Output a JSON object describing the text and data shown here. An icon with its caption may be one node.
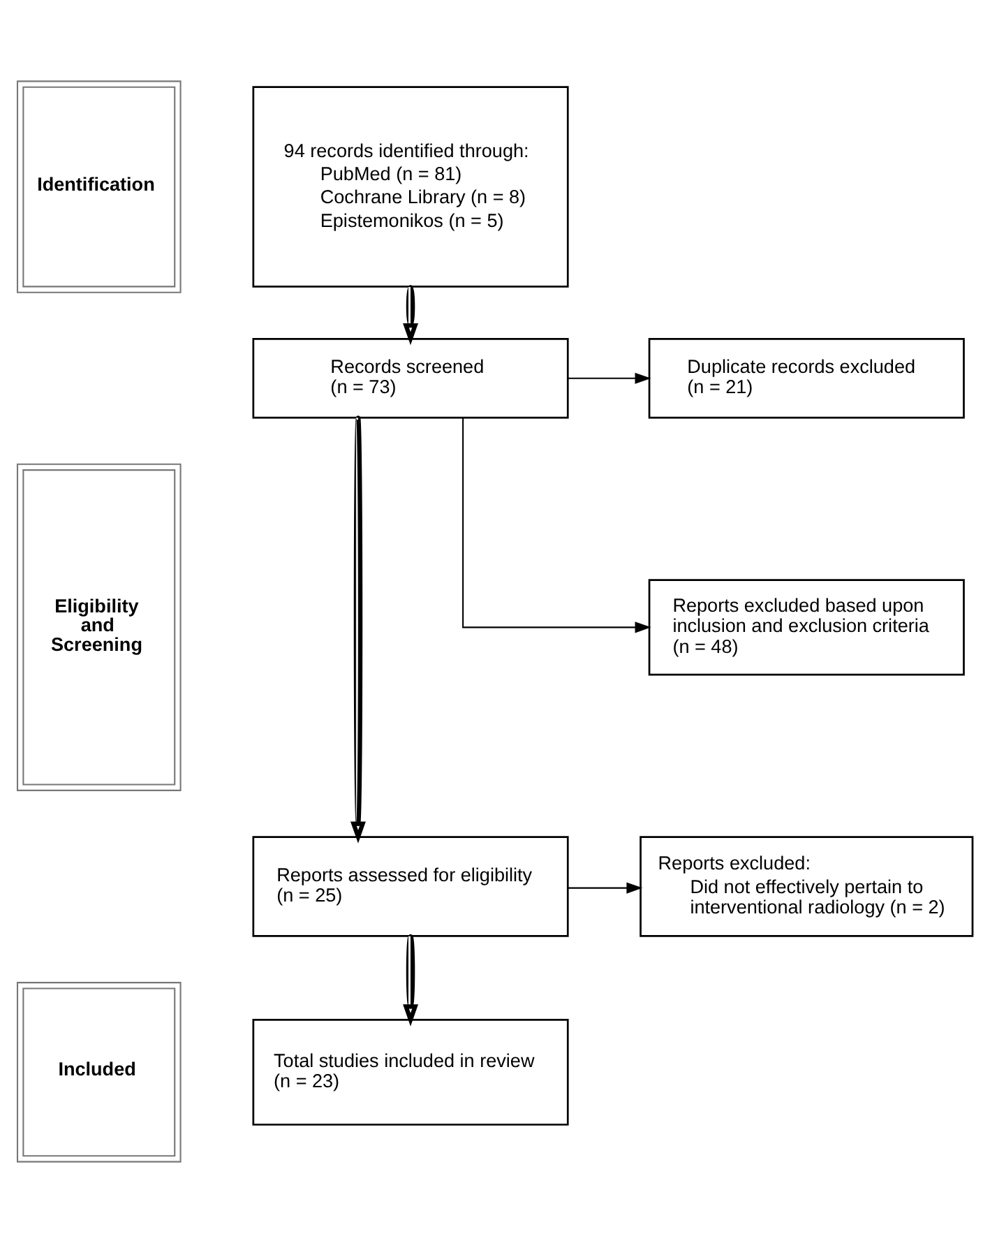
{
  "diagram": {
    "nodes": [
      {
        "text": [
          "Identification"
        ]
      },
      {
        "text": [
          "94 records identified through:",
          "PubMed (n = 81)",
          "Cochrane Library (n = 8)",
          "Epistemonikos (n = 5)"
        ]
      },
      {
        "text": [
          "Eligibility and Screening"
        ]
      },
      {
        "text": [
          "Records screened (n = 73)"
        ]
      },
      {
        "text": [
          "Duplicate records excluded (n = 21)"
        ]
      },
      {
        "text": [
          "Reports excluded based upon inclusion and exclusion criteria (n = 48)"
        ]
      },
      {
        "text": [
          "Reports assessed for eligibility (n = 25)"
        ]
      },
      {
        "text": [
          "Reports excluded:",
          "Did not effectively pertain to interventional radiology (n = 2)"
        ]
      },
      {
        "text": [
          "Included"
        ]
      },
      {
        "text": [
          "Total studies included in review (n = 23)"
        ]
      }
    ],
    "edges": [
      {
        "from": 1,
        "to": 3,
        "arrow": "to",
        "style": "thick"
      },
      {
        "from": 3,
        "to": 4,
        "arrow": "to"
      },
      {
        "from": 3,
        "to": 6,
        "arrow": "to",
        "style": "thick"
      },
      {
        "from": 3,
        "to": 5,
        "arrow": "to"
      },
      {
        "from": 6,
        "to": 7,
        "arrow": "to"
      },
      {
        "from": 6,
        "to": 9,
        "arrow": "to",
        "style": "thick"
      }
    ]
  }
}
